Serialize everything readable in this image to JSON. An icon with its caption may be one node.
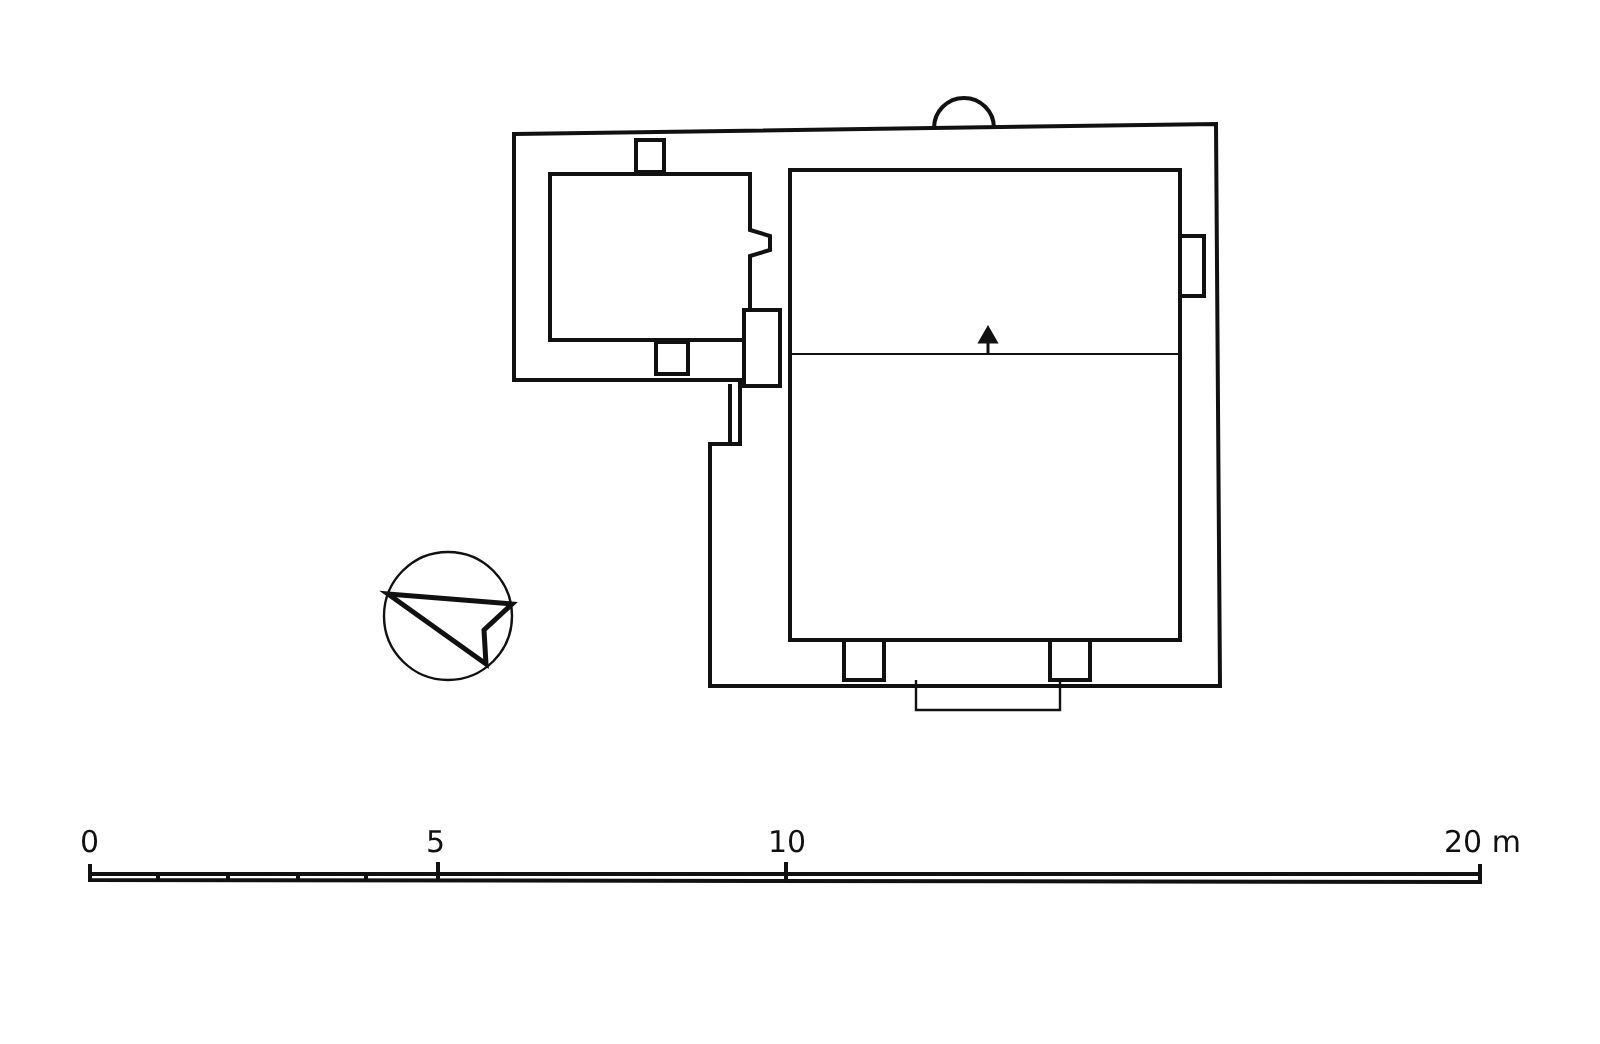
{
  "diagram": {
    "labels": [
      "0",
      "5",
      "10",
      "20 m"
    ]
  }
}
